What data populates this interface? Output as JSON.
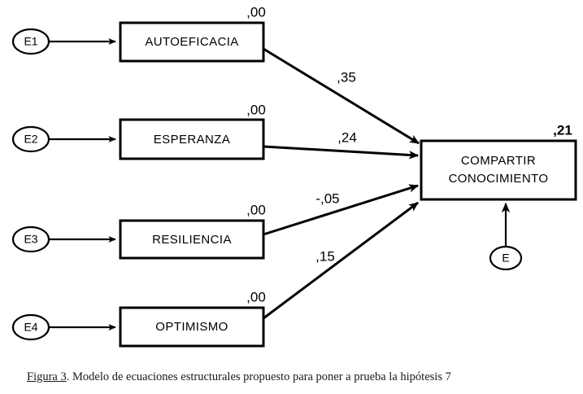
{
  "figure": {
    "caption_number": "Figura 3",
    "caption_rest": ". Modelo de ecuaciones estructurales propuesto para poner a prueba la hipótesis 7",
    "type": "structural-equation-model-path-diagram"
  },
  "colors": {
    "stroke": "#000000",
    "fill": "#ffffff",
    "background": "#ffffff",
    "caption_text": "#1a1a1a"
  },
  "predictors": [
    {
      "id": "autoeficacia",
      "label": "AUTOEFICACIA",
      "error_label": "E1",
      "variance_label": ",00",
      "path_coefficient": ",35"
    },
    {
      "id": "esperanza",
      "label": "ESPERANZA",
      "error_label": "E2",
      "variance_label": ",00",
      "path_coefficient": ",24"
    },
    {
      "id": "resiliencia",
      "label": "RESILIENCIA",
      "error_label": "E3",
      "variance_label": ",00",
      "path_coefficient": "-,05"
    },
    {
      "id": "optimismo",
      "label": "OPTIMISMO",
      "error_label": "E4",
      "variance_label": ",00",
      "path_coefficient": ",15"
    }
  ],
  "outcome": {
    "id": "compartir-conocimiento",
    "label_line1": "COMPARTIR",
    "label_line2": "CONOCIMIENTO",
    "r_squared_label": ",21",
    "error_label": "E"
  },
  "chart_data": {
    "type": "diagram",
    "title": "Modelo de ecuaciones estructurales propuesto para poner a prueba la hipótesis 7",
    "nodes": [
      {
        "name": "AUTOEFICACIA",
        "kind": "observed",
        "variance": ",00"
      },
      {
        "name": "ESPERANZA",
        "kind": "observed",
        "variance": ",00"
      },
      {
        "name": "RESILIENCIA",
        "kind": "observed",
        "variance": ",00"
      },
      {
        "name": "OPTIMISMO",
        "kind": "observed",
        "variance": ",00"
      },
      {
        "name": "COMPARTIR CONOCIMIENTO",
        "kind": "endogenous",
        "r_squared": ",21"
      },
      {
        "name": "E1",
        "kind": "error"
      },
      {
        "name": "E2",
        "kind": "error"
      },
      {
        "name": "E3",
        "kind": "error"
      },
      {
        "name": "E4",
        "kind": "error"
      },
      {
        "name": "E",
        "kind": "error"
      }
    ],
    "edges": [
      {
        "from": "E1",
        "to": "AUTOEFICACIA",
        "label": ""
      },
      {
        "from": "E2",
        "to": "ESPERANZA",
        "label": ""
      },
      {
        "from": "E3",
        "to": "RESILIENCIA",
        "label": ""
      },
      {
        "from": "E4",
        "to": "OPTIMISMO",
        "label": ""
      },
      {
        "from": "AUTOEFICACIA",
        "to": "COMPARTIR CONOCIMIENTO",
        "label": ",35"
      },
      {
        "from": "ESPERANZA",
        "to": "COMPARTIR CONOCIMIENTO",
        "label": ",24"
      },
      {
        "from": "RESILIENCIA",
        "to": "COMPARTIR CONOCIMIENTO",
        "label": "-,05"
      },
      {
        "from": "OPTIMISMO",
        "to": "COMPARTIR CONOCIMIENTO",
        "label": ",15"
      },
      {
        "from": "E",
        "to": "COMPARTIR CONOCIMIENTO",
        "label": ""
      }
    ]
  }
}
